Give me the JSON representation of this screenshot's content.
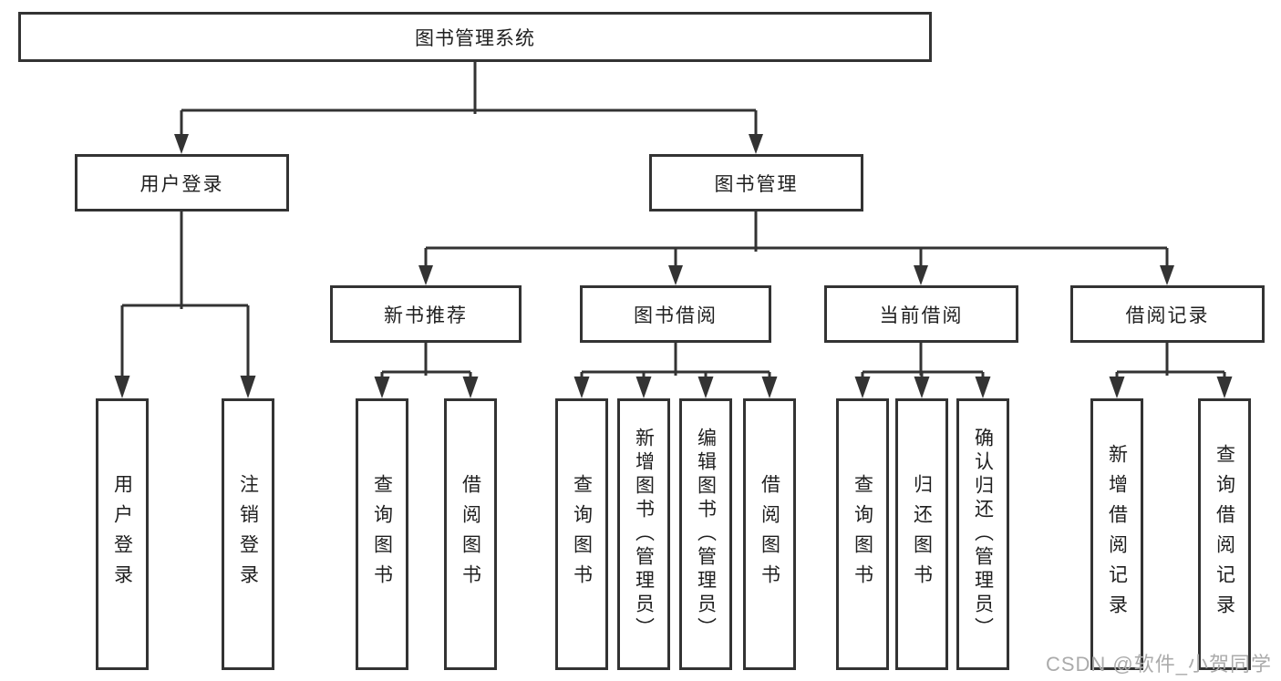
{
  "colors": {
    "background": "#ffffff",
    "line": "#333333",
    "text": "#1f1f1f",
    "watermark": "#ababab"
  },
  "diagram": {
    "root": {
      "label": "图书管理系统"
    },
    "level2": [
      {
        "label": "用户登录"
      },
      {
        "label": "图书管理"
      }
    ],
    "level3": [
      {
        "label": "新书推荐"
      },
      {
        "label": "图书借阅"
      },
      {
        "label": "当前借阅"
      },
      {
        "label": "借阅记录"
      }
    ],
    "leaves": {
      "user_login": [
        {
          "label": "用户登录"
        },
        {
          "label": "注销登录"
        }
      ],
      "new_books": [
        {
          "label": "查询图书"
        },
        {
          "label": "借阅图书"
        }
      ],
      "book_borrow": [
        {
          "label": "查询图书"
        },
        {
          "label": "新增图书（管理员）"
        },
        {
          "label": "编辑图书（管理员）"
        },
        {
          "label": "借阅图书"
        }
      ],
      "current_borrow": [
        {
          "label": "查询图书"
        },
        {
          "label": "归还图书"
        },
        {
          "label": "确认归还（管理员）"
        }
      ],
      "borrow_records": [
        {
          "label": "新增借阅记录"
        },
        {
          "label": "查询借阅记录"
        }
      ]
    }
  },
  "watermark": {
    "text": "CSDN @软件_小贺同学"
  }
}
